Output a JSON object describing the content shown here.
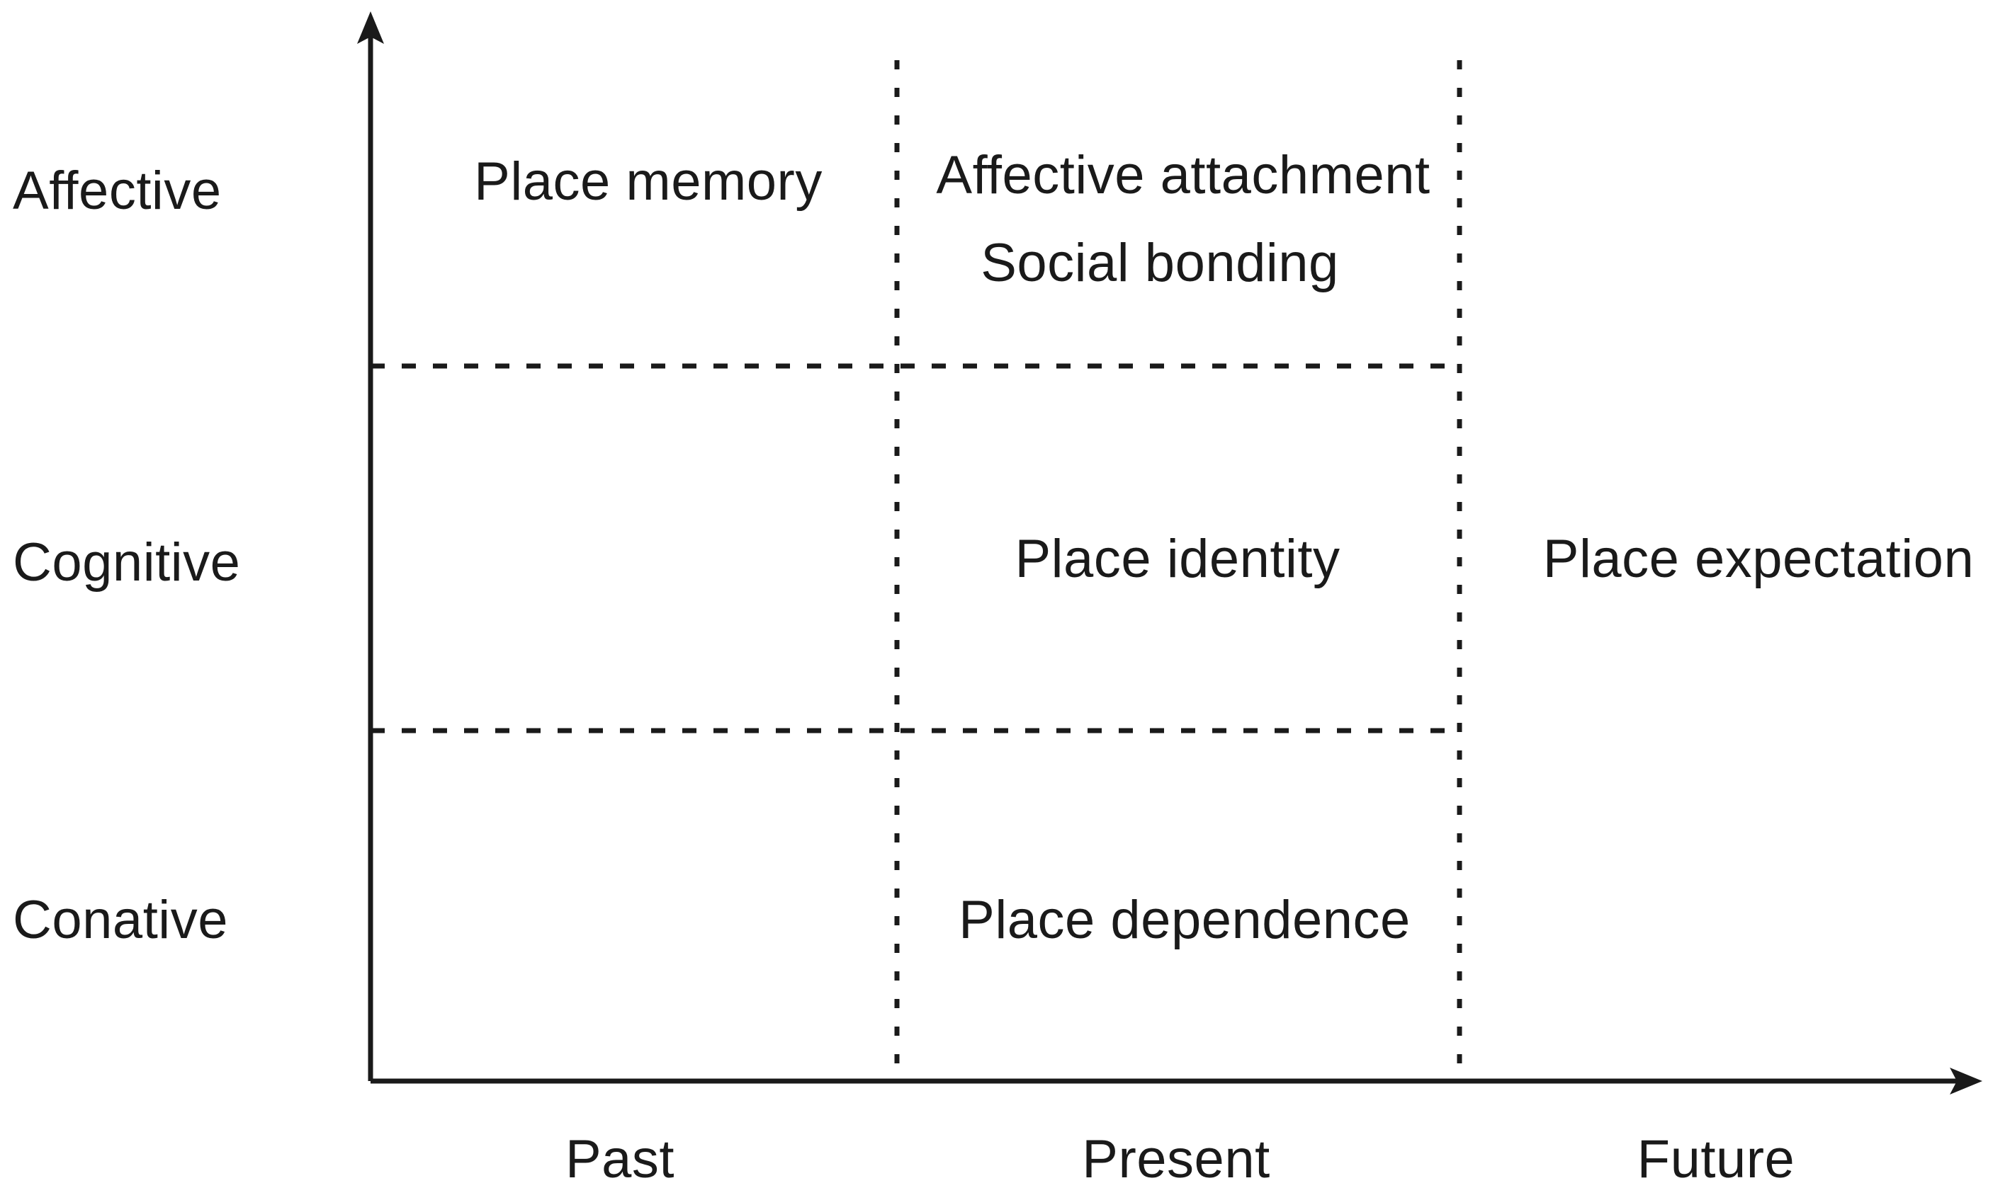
{
  "figure": {
    "type": "quadrant-matrix-diagram",
    "background_color": "#ffffff",
    "line_color": "#1a1a1a",
    "text_color": "#1a1a1a"
  },
  "y_axis": {
    "name": "vertical-dimension-axis",
    "arrow": "up",
    "categories": [
      {
        "label": "Affective"
      },
      {
        "label": "Cognitive"
      },
      {
        "label": "Conative"
      }
    ]
  },
  "x_axis": {
    "name": "time-dimension-axis",
    "arrow": "right",
    "categories": [
      {
        "label": "Past"
      },
      {
        "label": "Present"
      },
      {
        "label": "Future"
      }
    ]
  },
  "cells": [
    {
      "row": "Affective",
      "column": "Past",
      "terms": [
        "Place memory"
      ]
    },
    {
      "row": "Affective",
      "column": "Present",
      "terms": [
        "Affective attachment",
        "Social bonding"
      ]
    },
    {
      "row": "Affective",
      "column": "Future",
      "terms": []
    },
    {
      "row": "Cognitive",
      "column": "Past",
      "terms": []
    },
    {
      "row": "Cognitive",
      "column": "Present",
      "terms": [
        "Place identity"
      ]
    },
    {
      "row": "Cognitive",
      "column": "Future",
      "terms": [
        "Place expectation"
      ]
    },
    {
      "row": "Conative",
      "column": "Past",
      "terms": []
    },
    {
      "row": "Conative",
      "column": "Present",
      "terms": [
        "Place dependence"
      ]
    },
    {
      "row": "Conative",
      "column": "Future",
      "terms": []
    }
  ],
  "terms": {
    "place_memory": "Place memory",
    "affective_attachment": "Affective attachment",
    "social_bonding": "Social bonding",
    "place_identity": "Place identity",
    "place_expectation": "Place expectation",
    "place_dependence": "Place dependence"
  },
  "row_labels": {
    "affective": "Affective",
    "cognitive": "Cognitive",
    "conative": "Conative"
  },
  "col_labels": {
    "past": "Past",
    "present": "Present",
    "future": "Future"
  }
}
